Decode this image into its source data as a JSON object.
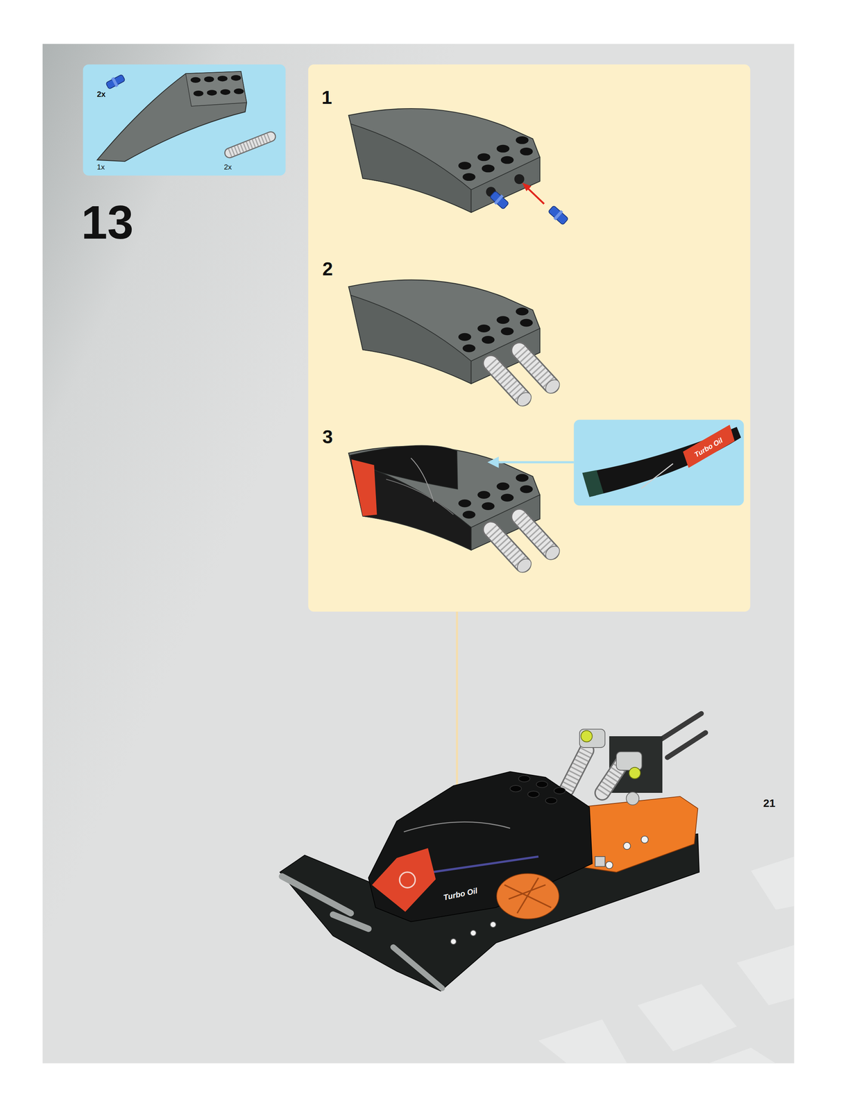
{
  "diagram": {
    "nodes": [
      {
        "text": [
          "2x",
          "1x",
          "2x"
        ]
      },
      {
        "text": [
          "1",
          "2",
          "3"
        ]
      },
      {
        "text": [
          "Turbo Oil"
        ],
        "in": 1
      }
    ],
    "labels": [
      "13",
      "Turbo Oil",
      "21"
    ]
  }
}
